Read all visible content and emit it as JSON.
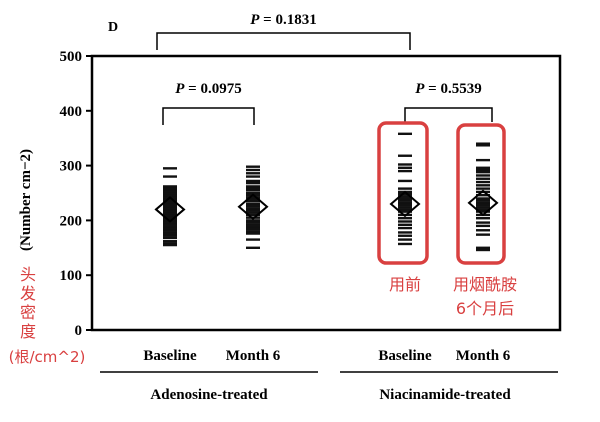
{
  "chart_data": {
    "type": "scatter",
    "panel_label": "D",
    "ylabel": "(Number cm−2)",
    "ylim": [
      0,
      500
    ],
    "yticks": [
      0,
      100,
      200,
      300,
      400,
      500
    ],
    "categories": [
      "Baseline",
      "Month 6",
      "Baseline",
      "Month 6"
    ],
    "groups": [
      {
        "label": "Adenosine-treated",
        "members": [
          0,
          1
        ]
      },
      {
        "label": "Niacinamide-treated",
        "members": [
          2,
          3
        ]
      }
    ],
    "series": [
      {
        "name": "Adenosine Baseline",
        "mean": 220,
        "values": [
          295,
          280,
          262,
          258,
          255,
          252,
          248,
          245,
          242,
          238,
          235,
          232,
          228,
          225,
          222,
          218,
          215,
          212,
          208,
          205,
          202,
          198,
          195,
          192,
          188,
          185,
          182,
          178,
          175,
          172,
          168,
          162,
          158,
          155
        ]
      },
      {
        "name": "Adenosine Month 6",
        "mean": 225,
        "values": [
          298,
          292,
          286,
          280,
          272,
          268,
          262,
          258,
          255,
          250,
          246,
          242,
          238,
          235,
          230,
          226,
          222,
          218,
          214,
          210,
          205,
          200,
          196,
          192,
          188,
          184,
          180,
          176,
          165,
          150
        ]
      },
      {
        "name": "Niacinamide Baseline",
        "mean": 230,
        "values": [
          358,
          318,
          302,
          296,
          290,
          272,
          258,
          252,
          248,
          244,
          240,
          236,
          232,
          228,
          224,
          220,
          216,
          210,
          204,
          198,
          192,
          186,
          178,
          172,
          165,
          157
        ]
      },
      {
        "name": "Niacinamide Month 6",
        "mean": 232,
        "values": [
          340,
          337,
          310,
          296,
          292,
          288,
          282,
          276,
          270,
          264,
          258,
          252,
          246,
          240,
          236,
          232,
          228,
          224,
          220,
          216,
          210,
          204,
          196,
          190,
          182,
          174,
          150,
          146
        ]
      }
    ],
    "annotations": [
      {
        "text": "P = 0.1831",
        "compares": [
          0,
          2
        ]
      },
      {
        "text": "P = 0.0975",
        "compares": [
          0,
          1
        ]
      },
      {
        "text": "P = 0.5539",
        "compares": [
          2,
          3
        ]
      }
    ],
    "overlay_labels": {
      "ylabel_cn": [
        "头",
        "发",
        "密",
        "度"
      ],
      "ylabel_cn_unit": "(根/cm^2)",
      "before": "用前",
      "after_line1": "用烟酰胺",
      "after_line2": "6个月后",
      "highlight_color": "#d94040"
    }
  }
}
